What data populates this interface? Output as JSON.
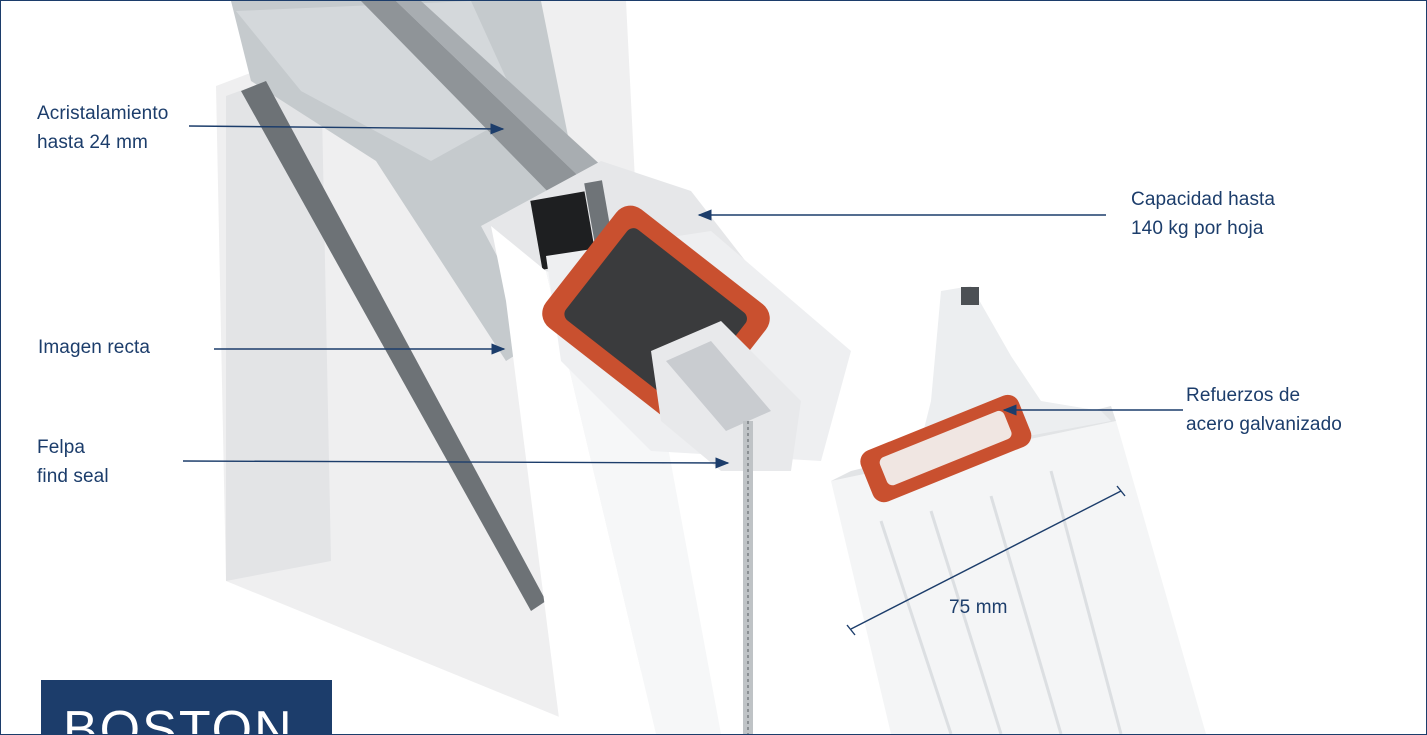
{
  "labels": {
    "glazing_line1": "Acristalamiento",
    "glazing_line2": "hasta 24 mm",
    "capacity_line1": "Capacidad hasta",
    "capacity_line2": "140 kg por hoja",
    "straight_image": "Imagen recta",
    "reinforcement_line1": "Refuerzos de",
    "reinforcement_line2": "acero galvanizado",
    "brush_line1": "Felpa",
    "brush_line2": "find seal",
    "depth": "75 mm"
  },
  "brand": {
    "name": "BOSTON"
  },
  "colors": {
    "accent": "#1c3d6b",
    "reinforcement": "#c9502f",
    "profile": "#f4f5f6",
    "glass": "#c3c9cd"
  }
}
